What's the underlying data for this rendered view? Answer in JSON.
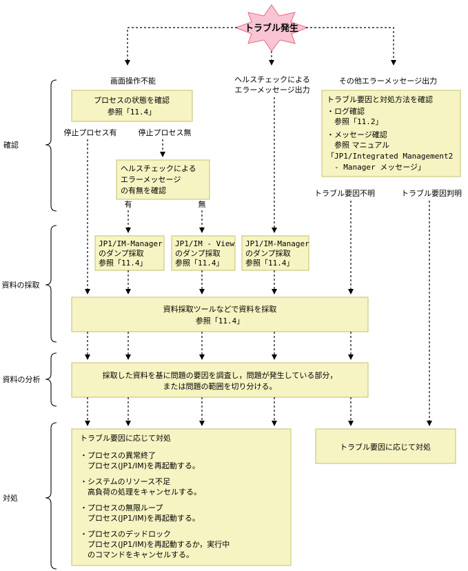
{
  "start": {
    "label": "トラブル発生"
  },
  "phases": {
    "confirm": "確認",
    "collect": "資料の採取",
    "analyze": "資料の分析",
    "respond": "対処"
  },
  "branches": {
    "screen": "画面操作不能",
    "health": [
      "ヘルスチェックによる",
      "エラーメッセージ出力"
    ],
    "other": "その他エラーメッセージ出力"
  },
  "process_check": {
    "lines": [
      "プロセスの状態を確認",
      "参照「11.4」"
    ]
  },
  "process_labels": {
    "stopped_yes": "停止プロセス有",
    "stopped_no": "停止プロセス無"
  },
  "health_check": {
    "lines": [
      "ヘルスチェックによる",
      "エラーメッセージ",
      "の有無を確認"
    ]
  },
  "health_labels": {
    "yes": "有",
    "no": "無"
  },
  "other_check": {
    "title": "トラブル要因と対処方法を確認",
    "lines": [
      "・ログ確認",
      "　参照「11.2」",
      "・メッセージ確認",
      "　参照 マニュアル",
      "「JP1/Integrated Management2",
      "　- Manager メッセージ」"
    ]
  },
  "other_labels": {
    "unknown": "トラブル要因不明",
    "known": "トラブル要因判明"
  },
  "dumps": [
    {
      "lines": [
        "JP1/IM-Manager",
        "のダンプ採取",
        "参照「11.4」"
      ]
    },
    {
      "lines": [
        "JP1/IM - View",
        "のダンプ採取",
        "参照「11.4」"
      ]
    },
    {
      "lines": [
        "JP1/IM-Manager",
        "のダンプ採取",
        "参照「11.4」"
      ]
    }
  ],
  "collect_tool": {
    "lines": [
      "資料採取ツールなどで資料を採取",
      "参照「11.4」"
    ]
  },
  "analysis": {
    "lines": [
      "採取した資料を基に問題の要因を調査し，問題が発生している部分，",
      "または問題の範囲を切り分ける。"
    ]
  },
  "respond_main": {
    "title": "トラブル要因に応じて対処",
    "items": [
      [
        "・プロセスの異常終了",
        "　プロセス(JP1/IM)を再起動する。"
      ],
      [
        "・システムのリソース不足",
        "　高負荷の処理をキャンセルする。"
      ],
      [
        "・プロセスの無限ループ",
        "　プロセス(JP1/IM)を再起動する。"
      ],
      [
        "・プロセスのデッドロック",
        "　プロセス(JP1/IM)を再起動するか，実行中",
        "　のコマンドをキャンセルする。"
      ]
    ]
  },
  "respond_known": {
    "label": "トラブル要因に応じて対処"
  }
}
